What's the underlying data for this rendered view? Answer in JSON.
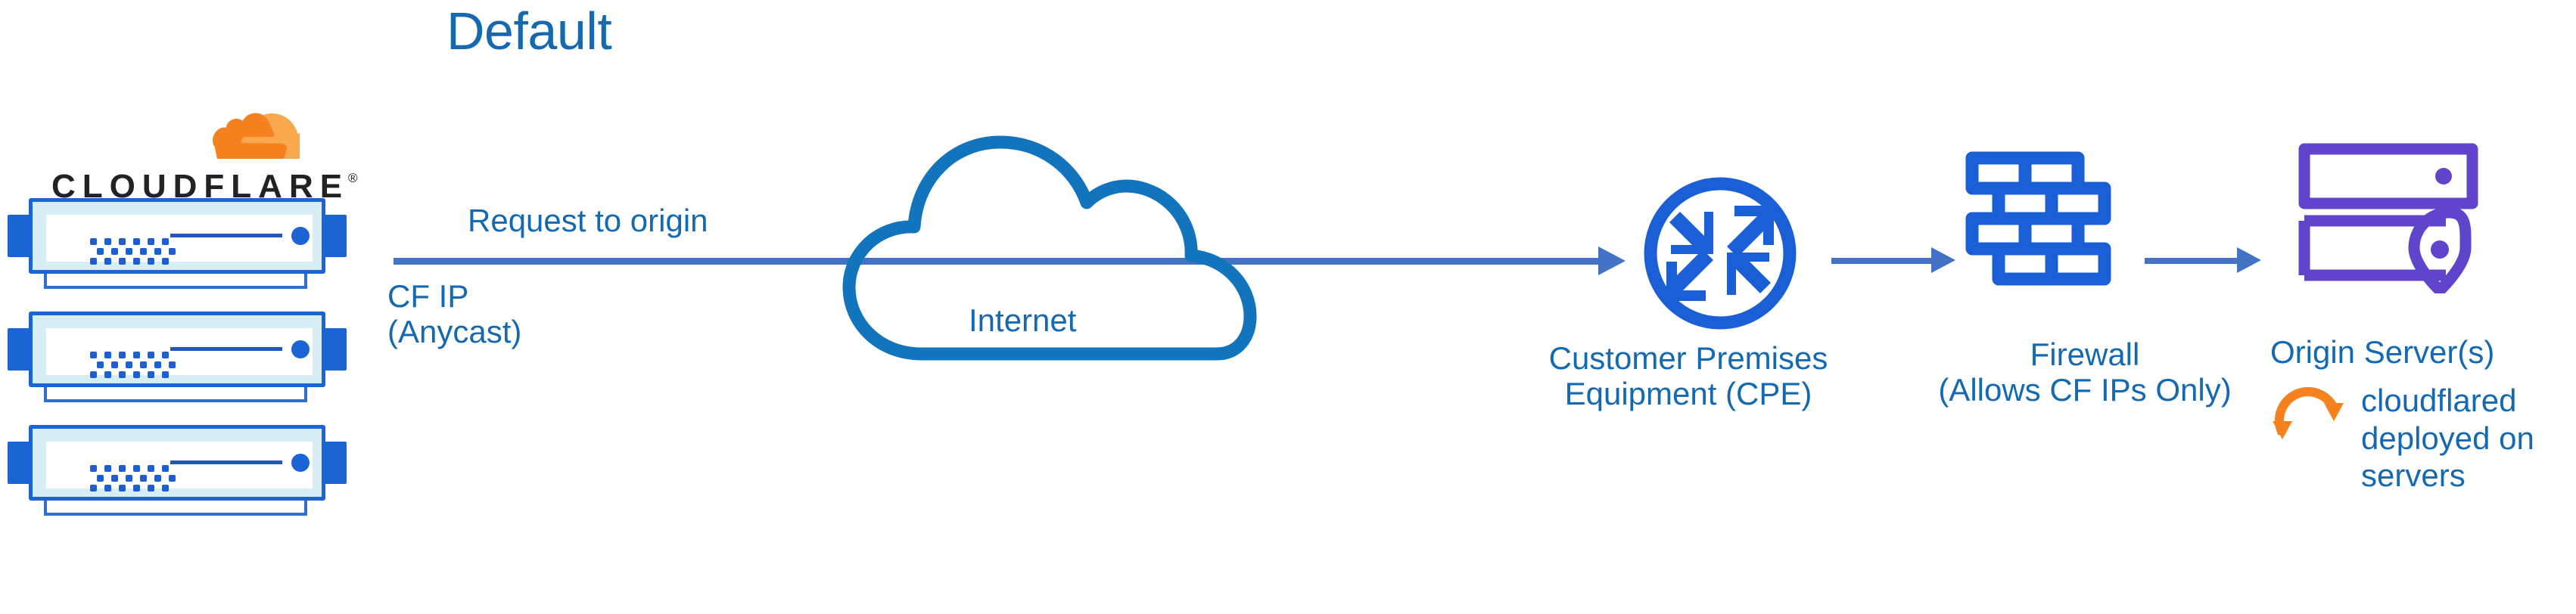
{
  "diagram": {
    "title": "Default",
    "colors": {
      "text_blue": "#1569b0",
      "arrow_blue": "#4472c4",
      "node_blue": "#1a64d4",
      "cloud_blue": "#1174bd",
      "origin_purple": "#6044cc",
      "cloudflare_orange": "#f6821f",
      "cloudflare_orange_light": "#f9a84d"
    }
  },
  "cloudflare": {
    "wordmark": "CLOUDFLARE",
    "registered_mark": "®",
    "logo_icon": "cloudflare-cloud-icon",
    "servers": [
      {
        "icon": "server-unit-icon"
      },
      {
        "icon": "server-unit-icon"
      },
      {
        "icon": "server-unit-icon"
      }
    ]
  },
  "flow": {
    "request_label": "Request to origin",
    "cf_ip_label": "CF IP\n(Anycast)",
    "cf_ip_line1": "CF IP",
    "cf_ip_line2": "(Anycast)",
    "arrow_icon": "right-arrow-icon"
  },
  "internet": {
    "label": "Internet",
    "icon": "cloud-outline-icon"
  },
  "cpe": {
    "label_line1": "Customer Premises",
    "label_line2": "Equipment (CPE)",
    "icon": "router-four-arrows-icon"
  },
  "firewall": {
    "label_line1": "Firewall",
    "label_line2": "(Allows CF IPs Only)",
    "icon": "brick-wall-icon"
  },
  "origin": {
    "label": "Origin Server(s)",
    "icon": "server-stack-location-pin-icon",
    "cloudflared": {
      "icon": "sync-arrows-icon",
      "label_line1": "cloudflared",
      "label_line2": "deployed on",
      "label_line3": "servers"
    }
  }
}
